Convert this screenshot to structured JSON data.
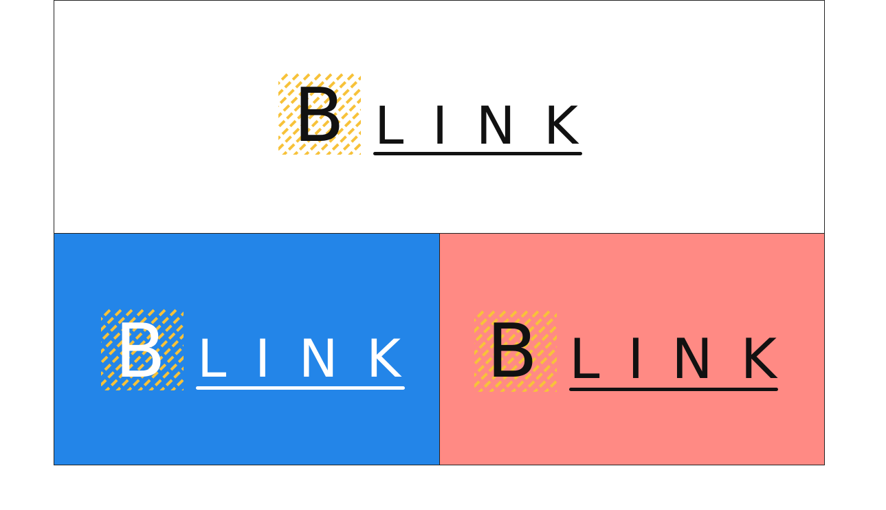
{
  "logos": [
    {
      "id": "white",
      "letter_b": "B",
      "wordmark": "LINK",
      "background": "#ffffff",
      "ink": "#111111",
      "stripes": "#f7c23a",
      "weight": "normal"
    },
    {
      "id": "blue",
      "letter_b": "B",
      "wordmark": "LINK",
      "background": "#2385e8",
      "ink": "#ffffff",
      "stripes": "#f7c23a",
      "weight": "normal"
    },
    {
      "id": "coral",
      "letter_b": "B",
      "wordmark": "LINK",
      "background": "#ff8a84",
      "ink": "#111111",
      "stripes": "#f7c23a",
      "weight": "bold"
    }
  ]
}
